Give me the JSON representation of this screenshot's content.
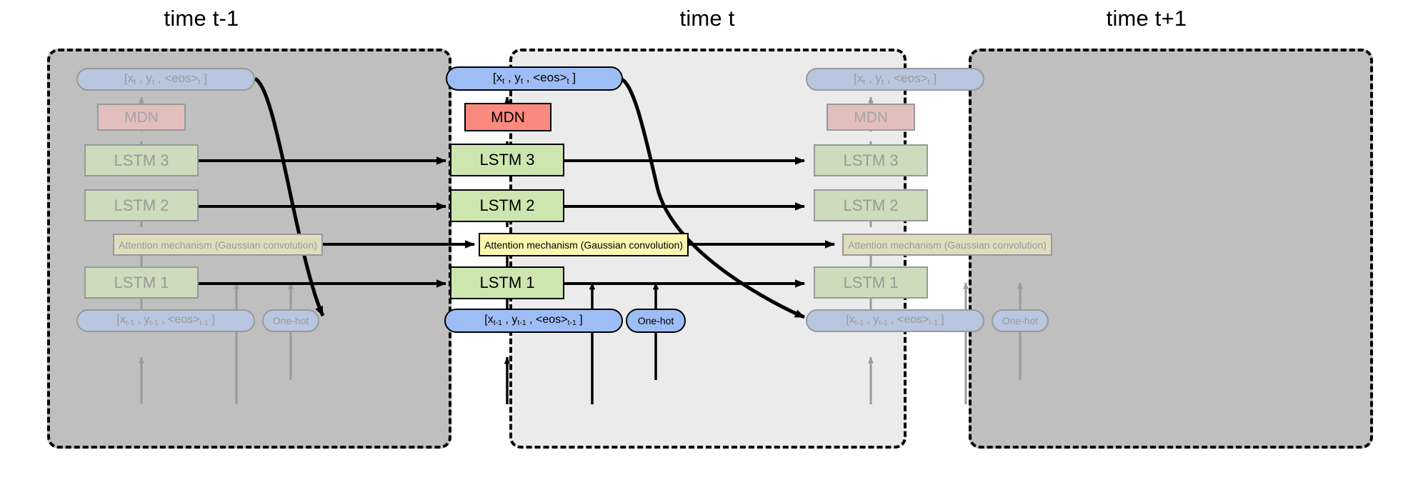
{
  "figure": {
    "type": "diagram",
    "description": "Unrolled handwriting-synthesis recurrent network with attention, shown at three consecutive timesteps"
  },
  "panels": [
    {
      "id": "t-minus-1",
      "title": "time t-1",
      "state": "dimmed",
      "background": "#bfbfbf",
      "nodes": {
        "output": "[x<sub>t</sub> , y<sub>t</sub> , <eos><sub>t</sub> ]",
        "mdn": "MDN",
        "lstm3": "LSTM 3",
        "lstm2": "LSTM 2",
        "attention": "Attention mechanism (Gaussian convolution)",
        "lstm1": "LSTM 1",
        "input": "[x<sub>t-1</sub> , y<sub>t-1</sub> , <eos><sub>t-1</sub> ]",
        "onehot": "One-hot"
      }
    },
    {
      "id": "t",
      "title": "time t",
      "state": "active",
      "background": "#ebebeb",
      "nodes": {
        "output": "[x<sub>t</sub> , y<sub>t</sub> , <eos><sub>t</sub> ]",
        "mdn": "MDN",
        "lstm3": "LSTM 3",
        "lstm2": "LSTM 2",
        "attention": "Attention mechanism (Gaussian convolution)",
        "lstm1": "LSTM 1",
        "input": "[x<sub>t-1</sub> , y<sub>t-1</sub> , <eos><sub>t-1</sub> ]",
        "onehot": "One-hot"
      }
    },
    {
      "id": "t-plus-1",
      "title": "time t+1",
      "state": "dimmed",
      "background": "#bfbfbf",
      "nodes": {
        "output": "[x<sub>t</sub> , y<sub>t</sub> , <eos><sub>t</sub> ]",
        "mdn": "MDN",
        "lstm3": "LSTM 3",
        "lstm2": "LSTM 2",
        "attention": "Attention mechanism (Gaussian convolution)",
        "lstm1": "LSTM 1",
        "input": "[x<sub>t-1</sub> , y<sub>t-1</sub> , <eos><sub>t-1</sub> ]",
        "onehot": "One-hot"
      }
    }
  ],
  "colors": {
    "lstm": "#cde6b0",
    "mdn": "#fb8a7e",
    "attention": "#fbf7b0",
    "io": "#9dbdf4",
    "panel_active": "#ebebeb",
    "panel_dim": "#bfbfbf",
    "edge": "#000000",
    "edge_dim": "#9a9a9a"
  }
}
